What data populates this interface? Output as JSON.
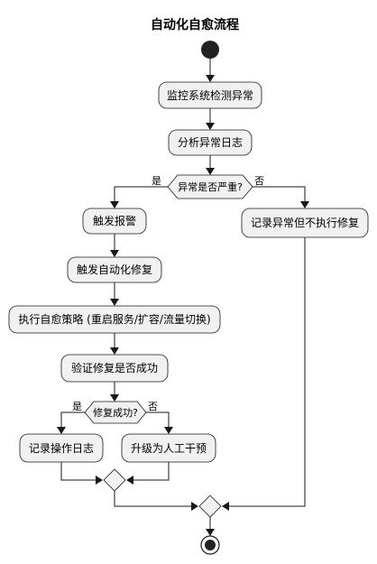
{
  "title": "自动化自愈流程",
  "nodes": {
    "monitor": "监控系统检测异常",
    "analyze": "分析异常日志",
    "alarm": "触发报警",
    "trigger_fix": "触发自动化修复",
    "strategy": "执行自愈策略 (重启服务/扩容/流量切换)",
    "verify": "验证修复是否成功",
    "log_op": "记录操作日志",
    "escalate": "升级为人工干预",
    "log_nofix": "记录异常但不执行修复"
  },
  "decisions": {
    "severe": "异常是否严重?",
    "fixed": "修复成功?"
  },
  "branch_labels": {
    "yes": "是",
    "no": "否"
  }
}
